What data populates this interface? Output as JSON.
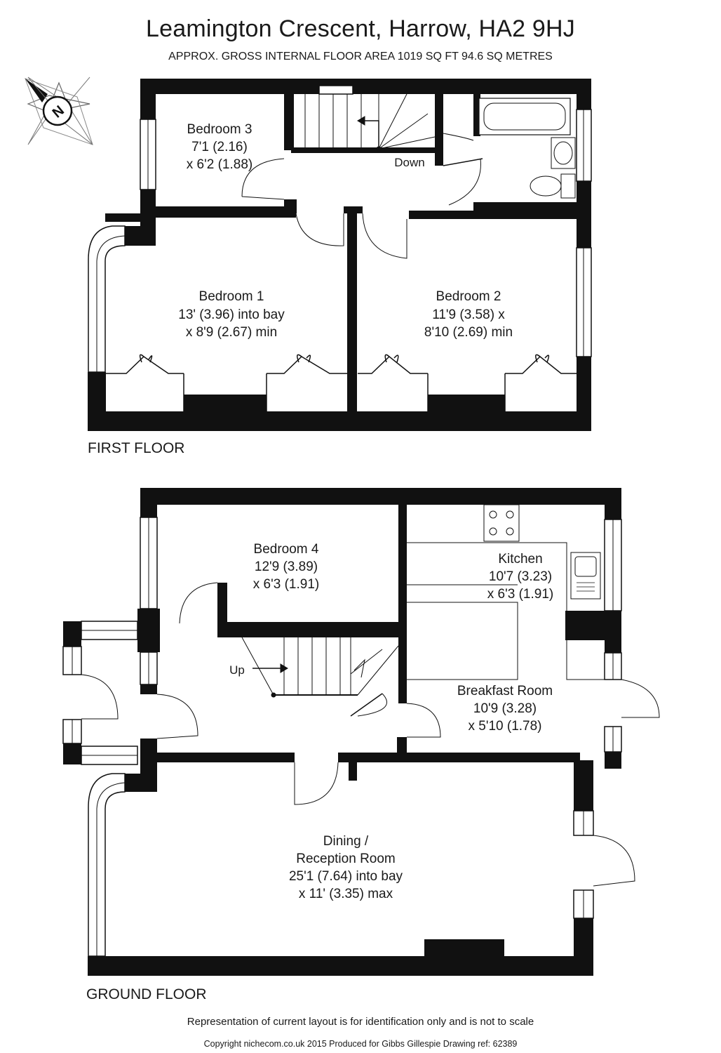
{
  "header": {
    "title": "Leamington Crescent, Harrow, HA2 9HJ",
    "subtitle": "APPROX. GROSS INTERNAL FLOOR AREA 1019 SQ FT 94.6 SQ METRES"
  },
  "compass": {
    "letter": "N",
    "icon": "compass-rose-icon"
  },
  "first_floor": {
    "label": "FIRST FLOOR",
    "stairs_label": "Down",
    "rooms": {
      "bedroom3": {
        "name": "Bedroom 3",
        "dim1": "7'1 (2.16)",
        "dim2": "x 6'2 (1.88)"
      },
      "bedroom1": {
        "name": "Bedroom 1",
        "dim1": "13' (3.96) into bay",
        "dim2": "x 8'9 (2.67) min"
      },
      "bedroom2": {
        "name": "Bedroom 2",
        "dim1": "11'9 (3.58) x",
        "dim2": "8'10 (2.69) min"
      }
    }
  },
  "ground_floor": {
    "label": "GROUND FLOOR",
    "stairs_label": "Up",
    "rooms": {
      "bedroom4": {
        "name": "Bedroom 4",
        "dim1": "12'9 (3.89)",
        "dim2": "x 6'3 (1.91)"
      },
      "kitchen": {
        "name": "Kitchen",
        "dim1": "10'7 (3.23)",
        "dim2": "x 6'3 (1.91)"
      },
      "breakfast": {
        "name": "Breakfast Room",
        "dim1": "10'9 (3.28)",
        "dim2": "x 5'10 (1.78)"
      },
      "dining": {
        "name": "Dining /",
        "name2": "Reception Room",
        "dim1": "25'1 (7.64) into bay",
        "dim2": "x 11' (3.35) max"
      }
    }
  },
  "footer": {
    "disclaimer": "Representation of current layout is for identification only and is not to scale",
    "copyright": "Copyright nichecom.co.uk 2015  Produced for Gibbs Gillespie  Drawing ref:  62389"
  }
}
